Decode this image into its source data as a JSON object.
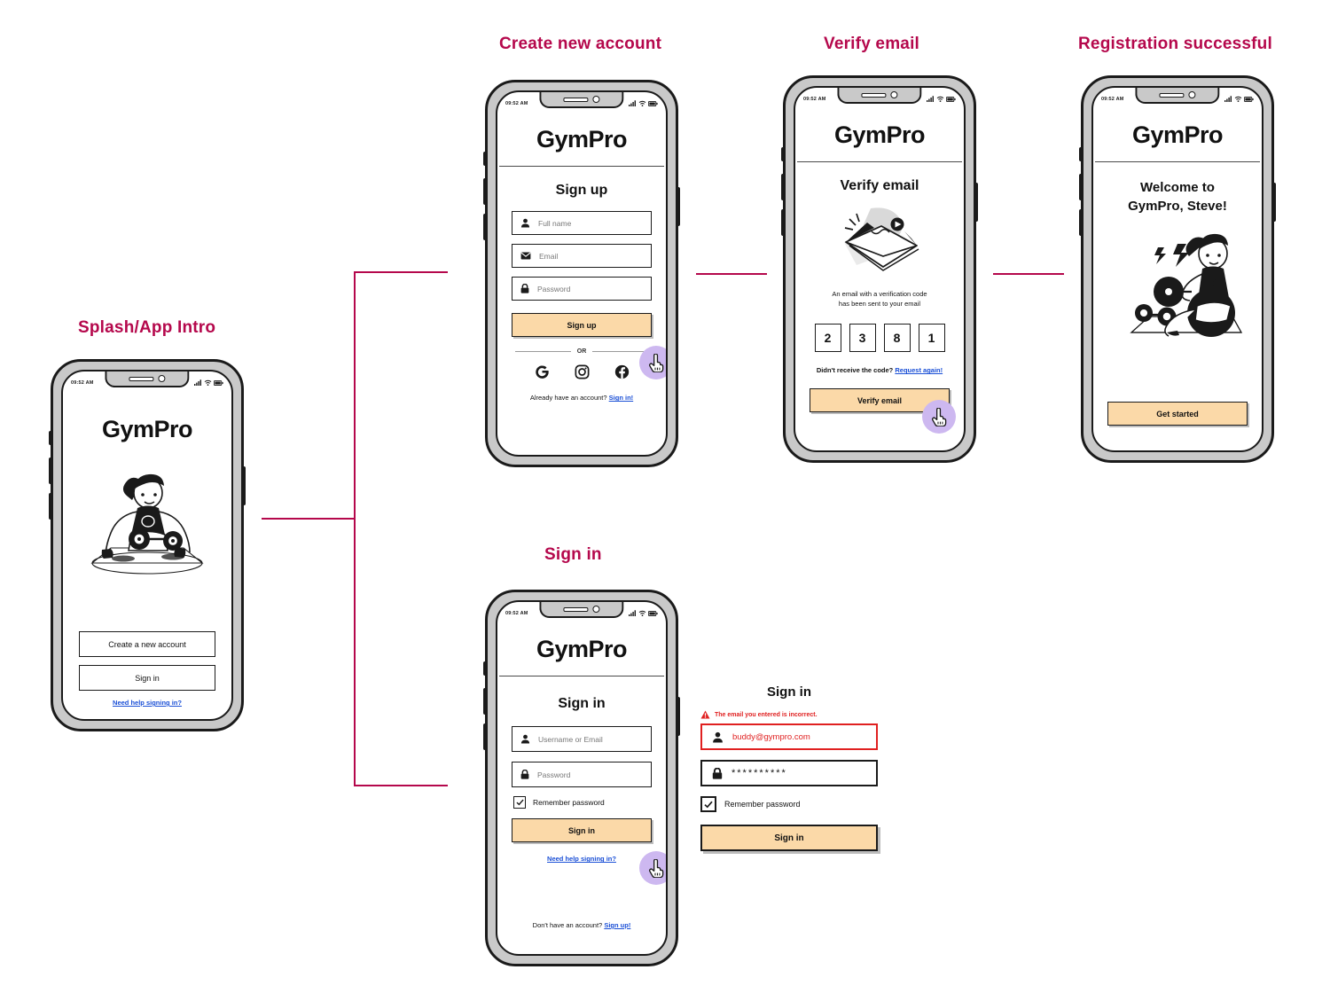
{
  "flow": {
    "labels": {
      "splash": "Splash/App Intro",
      "create": "Create new account",
      "verify": "Verify email",
      "success": "Registration successful",
      "signin": "Sign in"
    },
    "line_color": "#b5084c"
  },
  "colors": {
    "accent_label": "#b5084c",
    "cta_fill": "#fbd9a8",
    "cursor_puck": "#cdb8f0",
    "link": "#1a4fd6",
    "error": "#e02020",
    "phone_bezel": "#c9c9c9",
    "phone_frame": "#1a1a1a"
  },
  "status_bar": {
    "time": "09:52 AM"
  },
  "brand": {
    "name": "GymPro"
  },
  "splash": {
    "brand": "GymPro",
    "create_account_button": "Create a new account",
    "signin_button": "Sign in",
    "help_link": "Need help signing in?"
  },
  "signup": {
    "brand": "GymPro",
    "title": "Sign up",
    "fields": [
      {
        "icon": "user-icon",
        "placeholder": "Full name"
      },
      {
        "icon": "envelope-icon",
        "placeholder": "Email"
      },
      {
        "icon": "lock-icon",
        "placeholder": "Password"
      }
    ],
    "cta": "Sign up",
    "or": "OR",
    "socials": [
      "google-icon",
      "instagram-icon",
      "facebook-icon"
    ],
    "footer_text": "Already have an account?",
    "footer_link": "Sign in!"
  },
  "verify": {
    "brand": "GymPro",
    "title": "Verify email",
    "illustration": "open-envelope-icon",
    "message_line1": "An email with a verification code",
    "message_line2": "has been sent to your email",
    "code": [
      "2",
      "3",
      "8",
      "1"
    ],
    "resend_text": "Didn't receive the code?",
    "resend_link": "Request again!",
    "cta": "Verify email"
  },
  "success": {
    "brand": "GymPro",
    "welcome_line1": "Welcome to",
    "welcome_line2": "GymPro, Steve!",
    "illustration": "athlete-dumbbell-icon",
    "cta": "Get started"
  },
  "signin": {
    "brand": "GymPro",
    "title": "Sign in",
    "fields": [
      {
        "icon": "user-icon",
        "placeholder": "Username or Email"
      },
      {
        "icon": "lock-icon",
        "placeholder": "Password"
      }
    ],
    "remember_label": "Remember password",
    "cta": "Sign in",
    "help_link": "Need help signing in?",
    "footer_text": "Don't have an account?",
    "footer_link": "Sign up!"
  },
  "signin_error_panel": {
    "title": "Sign in",
    "error_message": "The email you entered is incorrect.",
    "email_value": "buddy@gympro.com",
    "password_value": "**********",
    "remember_label": "Remember password",
    "cta": "Sign in"
  }
}
